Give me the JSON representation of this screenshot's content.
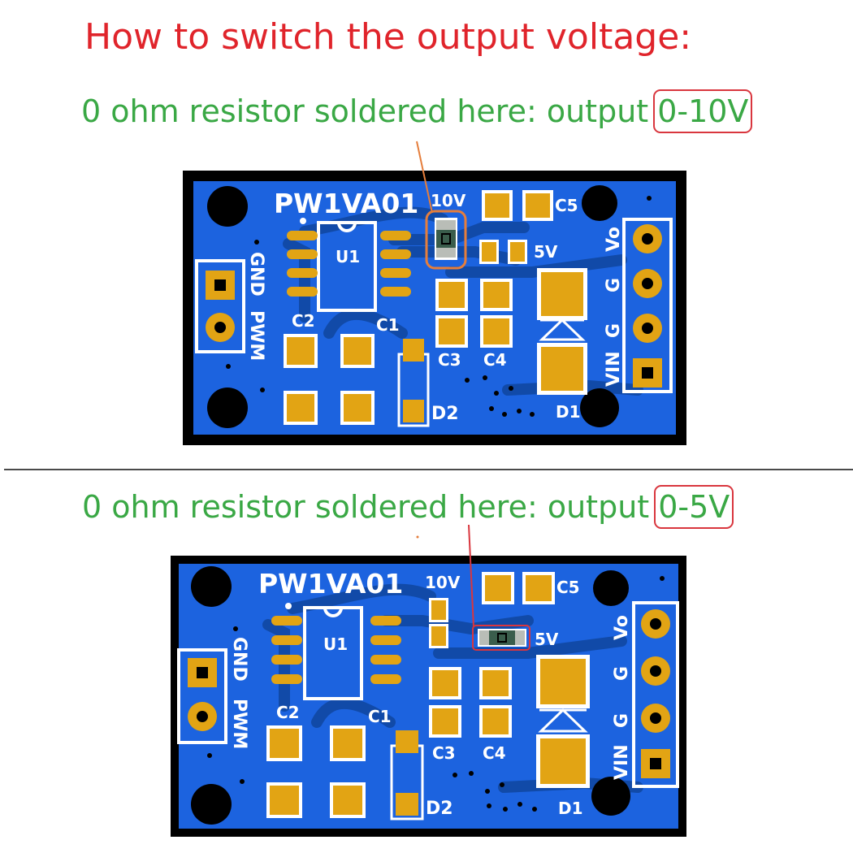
{
  "title": "How to switch the output voltage:",
  "sections": [
    {
      "caption": "0 ohm resistor soldered here: output",
      "output_range": "0-10V",
      "jumper_position": "10V",
      "highlight_color": "#e57e3c"
    },
    {
      "caption": "0 ohm resistor soldered here: output",
      "output_range": "0-5V",
      "jumper_position": "5V",
      "highlight_color": "#d9363e"
    }
  ],
  "board": {
    "name": "PW1VA01",
    "labels": {
      "u1": "U1",
      "c1": "C1",
      "c2": "C2",
      "c3": "C3",
      "c4": "C4",
      "c5": "C5",
      "d1": "D1",
      "d2": "D2",
      "j10v": "10V",
      "j5v": "5V",
      "gnd": "GND",
      "pwm": "PWM",
      "vo": "Vo",
      "g": "G",
      "vin": "VIN"
    },
    "colors": {
      "board_blue": "#1c63df",
      "trace_blue": "#114aa8",
      "pad_gold": "#e2a414",
      "frame": "#000000"
    }
  }
}
